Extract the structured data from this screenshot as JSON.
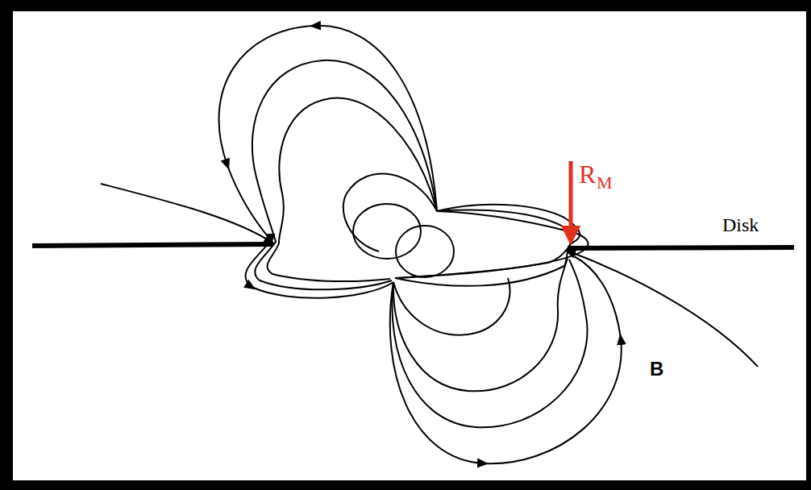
{
  "diagram": {
    "labels": [
      "R",
      "M",
      "Disk",
      "B"
    ]
  }
}
